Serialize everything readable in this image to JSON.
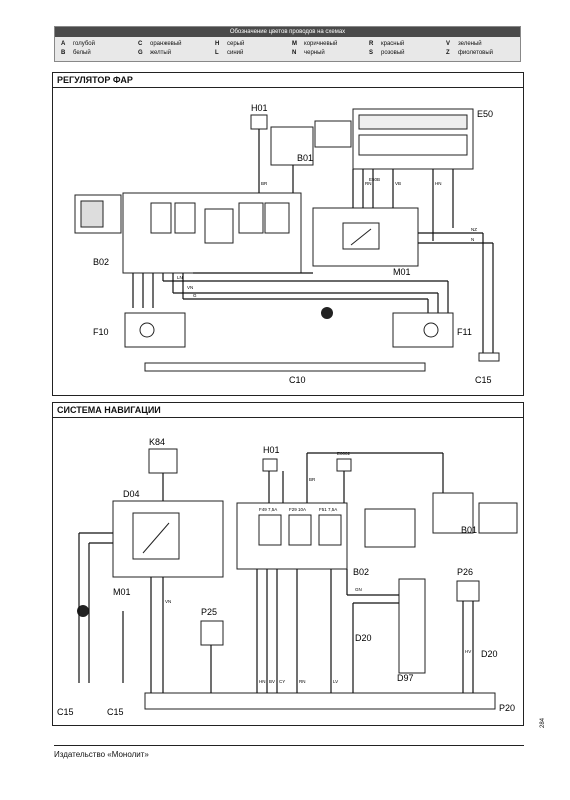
{
  "legend": {
    "title": "Обозначение цветов проводов на схемах",
    "items": [
      {
        "code": "A",
        "name": "голубой"
      },
      {
        "code": "B",
        "name": "белый"
      },
      {
        "code": "C",
        "name": "оранжевый"
      },
      {
        "code": "G",
        "name": "желтый"
      },
      {
        "code": "H",
        "name": "серый"
      },
      {
        "code": "L",
        "name": "синий"
      },
      {
        "code": "M",
        "name": "коричневый"
      },
      {
        "code": "N",
        "name": "черный"
      },
      {
        "code": "R",
        "name": "красный"
      },
      {
        "code": "S",
        "name": "розовый"
      },
      {
        "code": "V",
        "name": "зеленый"
      },
      {
        "code": "Z",
        "name": "фиолетовый"
      }
    ]
  },
  "panel1": {
    "title": "РЕГУЛЯТОР ФАР",
    "components": {
      "h01": "H01",
      "e50": "E50",
      "b01": "B01",
      "b02": "B02",
      "m01": "M01",
      "f10": "F10",
      "f11": "F11",
      "c10": "C10",
      "c15": "C15"
    },
    "codes": {
      "e50_plug": "E50B"
    },
    "wires": [
      "BR",
      "RN",
      "VB",
      "HN",
      "NZ",
      "N",
      "VN",
      "LN",
      "G"
    ]
  },
  "panel2": {
    "title": "СИСТЕМА НАВИГАЦИИ",
    "components": {
      "k84": "K84",
      "d04": "D04",
      "m01": "M01",
      "h01": "H01",
      "b02": "B02",
      "b01": "B01",
      "p25": "P25",
      "p26": "P26",
      "d20a": "D20",
      "d20b": "D20",
      "d97": "D97",
      "c15a": "C15",
      "c15b": "C15",
      "p20": "P20"
    },
    "codes": {
      "plug": "E0002"
    },
    "fuses": [
      "F49 7,5A",
      "F29 10A",
      "F51 7,5A"
    ],
    "wires": [
      "BR",
      "HN",
      "BV",
      "CY",
      "RN",
      "LV",
      "GN",
      "HV",
      "VN"
    ]
  },
  "footer": {
    "publisher": "Издательство «Монолит»",
    "page": "284"
  }
}
